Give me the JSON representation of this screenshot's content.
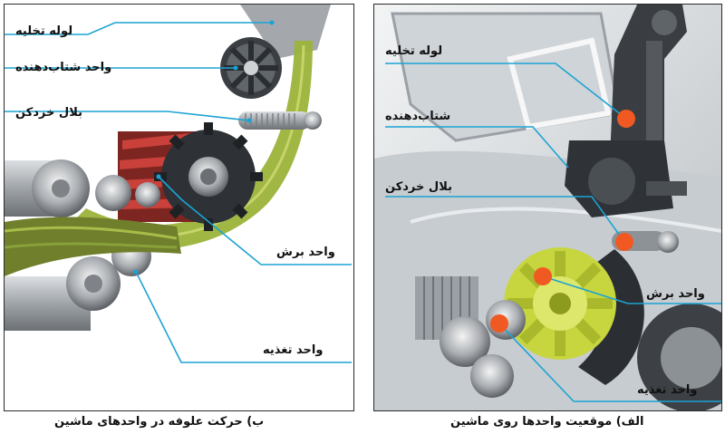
{
  "panel_b": {
    "caption": "ب) حرکت علوفه در واحدهای ماشین",
    "labels": {
      "discharge_chute": "لوله تخلیه",
      "accelerator": "واحد شتاب‌دهنده",
      "crop_processor": "بلال خردکن",
      "cutting_unit": "واحد برش",
      "feeding_unit": "واحد تغذیه"
    }
  },
  "panel_a": {
    "caption": "الف) موقعیت واحدها روی ماشین",
    "labels": {
      "discharge_chute": "لوله تخلیه",
      "accelerator": "شتاب‌دهنده",
      "crop_processor": "بلال خردکن",
      "cutting_unit": "واحد برش",
      "feeding_unit": "واحد تغذیه"
    }
  },
  "colors": {
    "leader_line": "#1ba3d4",
    "marker": "#f05a22",
    "grass": "#9bb33a",
    "knife_red": "#b8342c",
    "drum_yellow": "#d4e04a",
    "frame_border": "#2a2a2a"
  }
}
